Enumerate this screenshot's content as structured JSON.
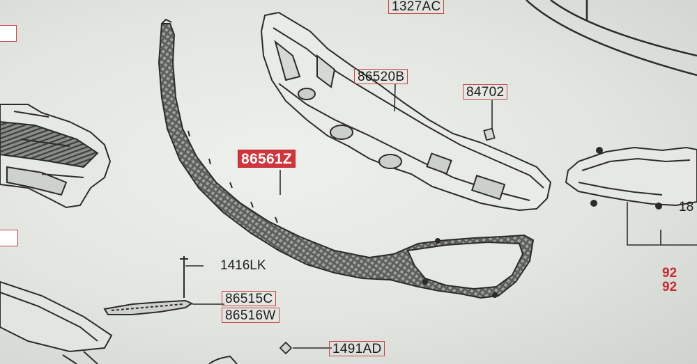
{
  "labels": {
    "top": "1327AC",
    "beam": "86520B",
    "bracket": "84702",
    "grille": "86561Z",
    "bolt": "1416LK",
    "mold_upper": "86515C",
    "mold_lower": "86516W",
    "clip": "1491AD",
    "fog_partial": "18",
    "right_partial_1": "92",
    "right_partial_2": "92"
  },
  "colors": {
    "label_border": "#c8444a",
    "highlight_fill": "#d2343c",
    "line_art": "#2b2b2b"
  }
}
